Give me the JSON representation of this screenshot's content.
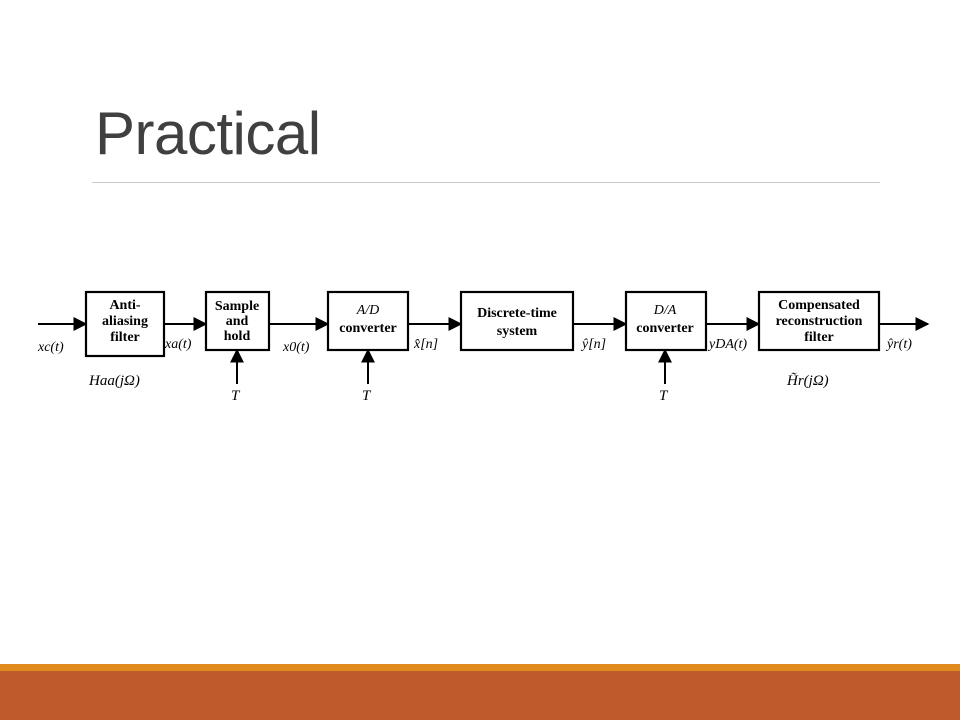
{
  "slide": {
    "title": "Practical"
  },
  "diagram": {
    "blocks": [
      {
        "name": "anti-aliasing-filter",
        "lines": [
          "Anti-",
          "aliasing",
          "filter"
        ]
      },
      {
        "name": "sample-and-hold",
        "lines": [
          "Sample",
          "and",
          "hold"
        ]
      },
      {
        "name": "ad-converter",
        "lines": [
          "A/D",
          "converter"
        ]
      },
      {
        "name": "discrete-time-system",
        "lines": [
          "Discrete-time",
          "system"
        ]
      },
      {
        "name": "da-converter",
        "lines": [
          "D/A",
          "converter"
        ]
      },
      {
        "name": "compensated-reconstruction-filter",
        "lines": [
          "Compensated",
          "reconstruction",
          "filter"
        ]
      }
    ],
    "signals": {
      "input": "xc(t)",
      "after_filter": "xa(t)",
      "after_hold": "x0(t)",
      "ad_out": "x̂[n]",
      "dt_out": "ŷ[n]",
      "da_out": "yDA(t)",
      "output": "ŷr(t)"
    },
    "transfer": {
      "aa": "Haa(jΩ)",
      "recon": "H̃r(jΩ)"
    },
    "clock": "T"
  },
  "colors": {
    "title": "#404040",
    "accent_light": "#e08a1e",
    "accent_dark": "#bf5a2a"
  }
}
